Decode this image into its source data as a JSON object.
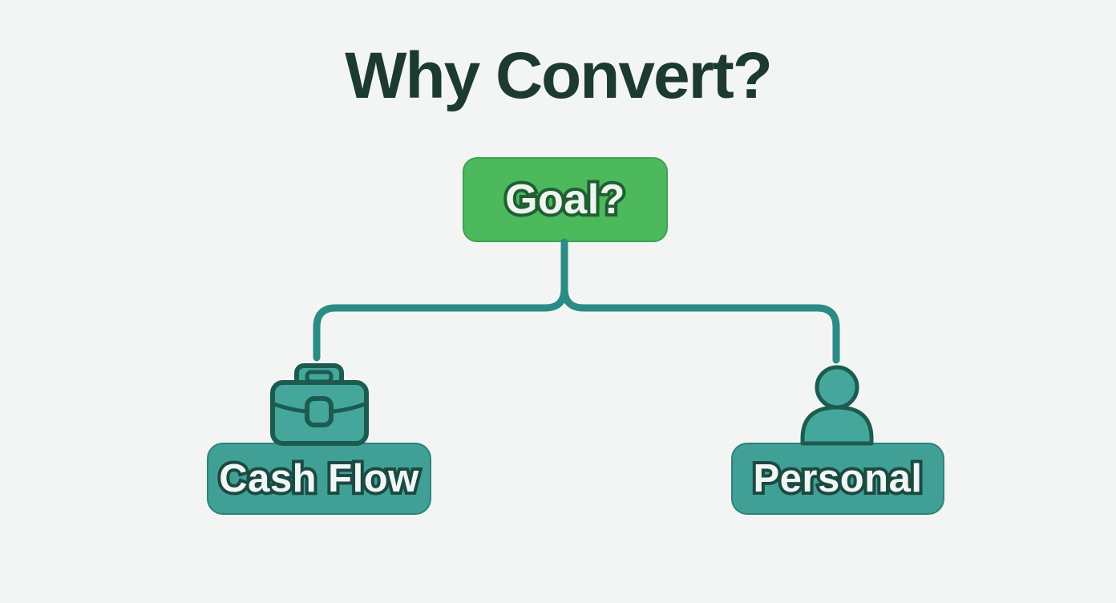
{
  "page": {
    "background_color": "#f3f5f4"
  },
  "title": {
    "text": "Why Convert?",
    "color": "#1d3a32"
  },
  "diagram": {
    "type": "decision-tree",
    "connector_color": "#2b8b85",
    "root": {
      "label": "Goal?",
      "fill_color": "#4cb95d",
      "border_color": "#3ea250",
      "text_fill_color": "#eef5ee",
      "text_outline_color": "#215e33"
    },
    "branches": [
      {
        "label": "Cash Flow",
        "icon": "briefcase-icon",
        "fill_color": "#41a096",
        "border_color": "#2f827a",
        "icon_fill_color": "#45a79c",
        "icon_outline_color": "#1c5b50",
        "text_fill_color": "#f0f6f4",
        "text_outline_color": "#1b4a42"
      },
      {
        "label": "Personal",
        "icon": "person-icon",
        "fill_color": "#41a096",
        "border_color": "#2f827a",
        "icon_fill_color": "#45a79c",
        "icon_outline_color": "#1c5b50",
        "text_fill_color": "#f0f6f4",
        "text_outline_color": "#1b4a42"
      }
    ]
  }
}
